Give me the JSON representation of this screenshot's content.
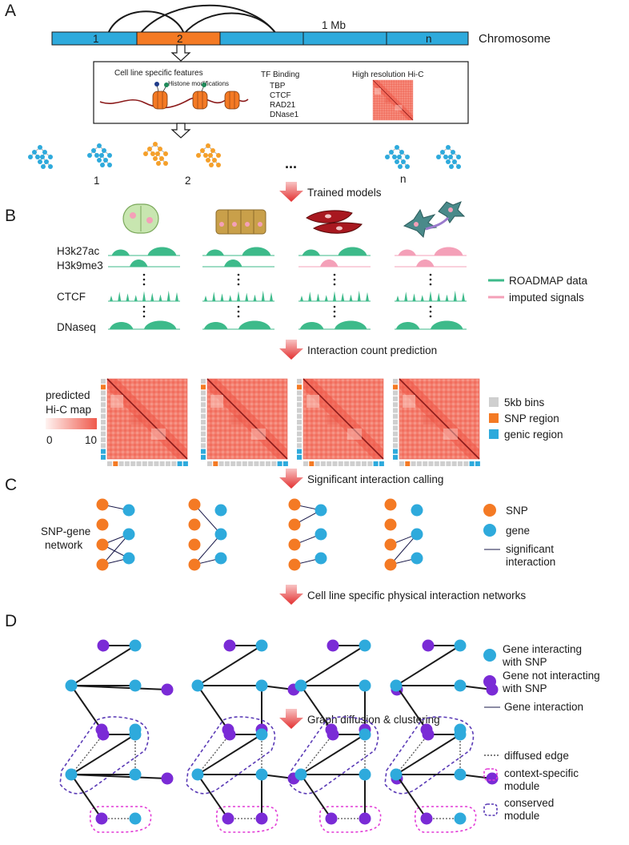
{
  "colors": {
    "blue": "#2eaadc",
    "orange": "#f47a24",
    "purple": "#7a2bd6",
    "green": "#3dba8a",
    "pink": "#f4a0b8",
    "arrow": "#e73b3b",
    "heat": "#ef6a5c",
    "magenta": "#e23ad6",
    "darkpurple": "#5a3ab6"
  },
  "panels": {
    "a": "A",
    "b": "B",
    "c": "C",
    "d": "D"
  },
  "panel_a": {
    "segments": [
      "1",
      "2",
      "",
      "",
      "n"
    ],
    "scale_label": "1 Mb",
    "chromosome_label": "Chromosome",
    "features_title": "Cell line specific features",
    "histone_label": "Histone modifications",
    "tf_title": "TF Binding",
    "tf_items": [
      "TBP",
      "CTCF",
      "RAD21",
      "DNase1"
    ],
    "hic_title": "High resolution Hi-C",
    "tree_labels": [
      "1",
      "2",
      "n"
    ],
    "ellipsis": "..."
  },
  "steps": [
    "Trained models",
    "Interaction count prediction",
    "Significant interaction calling",
    "Cell line specific physical interaction networks",
    "Graph diffusion & clustering"
  ],
  "panel_b": {
    "tracks": [
      "H3k27ac",
      "H3k9me3",
      "CTCF",
      "DNaseq"
    ],
    "legend": [
      "ROADMAP data",
      "imputed signals"
    ],
    "colorbar_title_1": "predicted",
    "colorbar_title_2": "Hi-C map",
    "colorbar_ticks": [
      "0",
      "10"
    ],
    "bin_legend": [
      "5kb bins",
      "SNP region",
      "genic region"
    ]
  },
  "panel_c": {
    "network_label_1": "SNP-gene",
    "network_label_2": "network",
    "legend": [
      "SNP",
      "gene",
      "significant",
      "interaction"
    ]
  },
  "panel_d": {
    "legend": [
      "Gene interacting",
      "with SNP",
      "Gene not interacting",
      "with SNP",
      "Gene interaction"
    ],
    "cluster_legend": [
      "diffused edge",
      "context-specific",
      "module",
      "conserved",
      "module"
    ]
  }
}
